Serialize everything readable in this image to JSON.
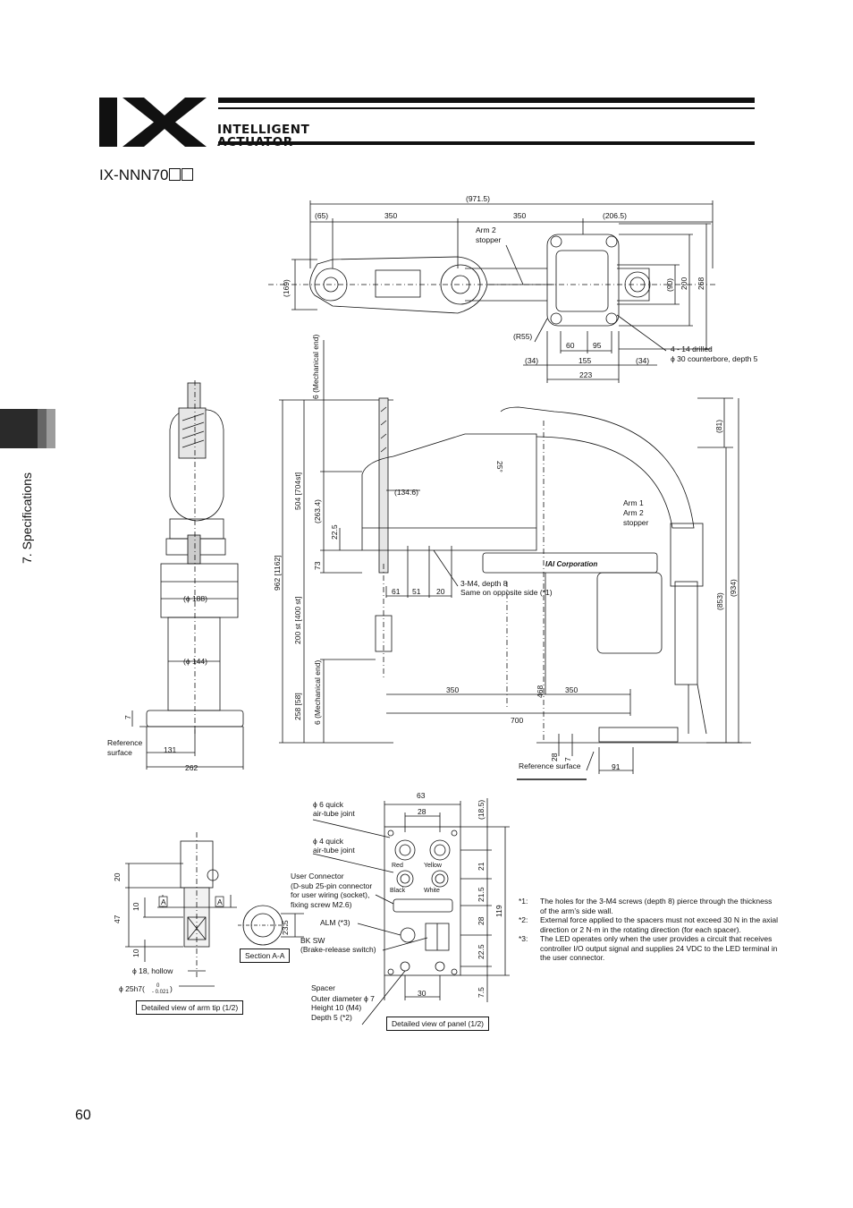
{
  "header": {
    "logo_text": "IX",
    "brand_line1": "INTELLIGENT",
    "brand_line2": "ACTUATOR"
  },
  "model_title": "IX-NNN70",
  "side_tab_label": "7. Specifications",
  "page_number": "60",
  "top_view": {
    "d_total": "(971.5)",
    "d_65": "(65)",
    "d_350a": "350",
    "d_350b": "350",
    "d_206": "(206.5)",
    "arm2_stopper": "Arm 2",
    "arm2_stopper2": "stopper",
    "d_169": "(169)",
    "d_90": "(90)",
    "d_200": "200",
    "d_268": "268",
    "r55": "(R55)",
    "d_60": "60",
    "d_95": "95",
    "d_34a": "(34)",
    "d_155": "155",
    "d_34b": "(34)",
    "d_223": "223",
    "holes1": "4 - 14 drilled",
    "holes2": "ϕ 30 counterbore, depth 5"
  },
  "front_view": {
    "mech_end_top": "6 (Mechanical end)",
    "st_504": "504 [704st]",
    "d_263": "(263.4)",
    "d_22": "22.5",
    "d_73": "73",
    "d_962": "962 [1162]",
    "st_200": "200 st [400 st]",
    "mech_end_bot": "6 (Mechanical end)",
    "d_258": "258 [58]",
    "d_134": "(134.6)",
    "d_25": "25°",
    "d_61": "61",
    "d_51": "51",
    "d_20": "20",
    "m4a": "3-M4, depth 8",
    "m4b": "Same on opposite side (*1)",
    "d_350a": "350",
    "d_350b": "350",
    "d_700": "700",
    "d_468": "468",
    "arm1": "Arm 1",
    "arm2": "Arm 2",
    "stopper": "stopper",
    "d_81": "(81)",
    "d_853": "(853)",
    "d_934": "(934)",
    "d_28": "28",
    "d_7": "7",
    "ref_surface": "Reference surface",
    "d_91": "91",
    "logo_text": "IAI Corporation"
  },
  "left_view": {
    "d_188": "(ϕ 188)",
    "d_144": "(ϕ 144)",
    "d_7": "7",
    "ref1": "Reference",
    "ref2": "surface",
    "d_131": "131",
    "d_262": "262"
  },
  "arm_tip": {
    "d_20": "20",
    "d_47": "47",
    "d_10a": "10",
    "d_10b": "10",
    "sec_a1": "A",
    "sec_a2": "A",
    "hollow": "ϕ 18, hollow",
    "h7": "ϕ 25h7(",
    "tol_top": "0",
    "tol_bot": "- 0.021",
    "h7_close": ")",
    "caption": "Detailed view of arm tip (1/2)",
    "d_23": "23.5",
    "section_caption": "Section A-A"
  },
  "panel": {
    "q6a": "ϕ 6 quick",
    "q6b": "air-tube joint",
    "q4a": "ϕ 4 quick",
    "q4b": "air-tube joint",
    "uc1": "User Connector",
    "uc2": "(D-sub 25-pin connector",
    "uc3": "for user wiring (socket),",
    "uc4": "fixing screw M2.6)",
    "alm": "ALM (*3)",
    "bk1": "BK SW",
    "bk2": "(Brake-release switch)",
    "sp1": "Spacer",
    "sp2": "Outer diameter ϕ 7",
    "sp3": "Height 10 (M4)",
    "sp4": "Depth 5 (*2)",
    "red": "Red",
    "yellow": "Yellow",
    "black": "Black",
    "white": "White",
    "d_63": "63",
    "d_28": "28",
    "d_18": "(18.5)",
    "d_21": "21",
    "d_21b": "21.5",
    "d_28b": "28",
    "d_22": "22.5",
    "d_7": "7.5",
    "d_119": "119",
    "d_30": "30",
    "caption": "Detailed view of panel (1/2)"
  },
  "notes": [
    {
      "k": "*1:",
      "v": "The holes for the 3-M4 screws (depth 8) pierce through the thickness of the arm’s side wall."
    },
    {
      "k": "*2:",
      "v": "External force applied to the spacers must not exceed 30 N in the axial direction or 2 N·m in the rotating direction (for each spacer)."
    },
    {
      "k": "*3:",
      "v": "The LED operates only when the user provides a circuit that receives controller I/O output signal and supplies 24 VDC to the LED terminal in the user connector."
    }
  ]
}
